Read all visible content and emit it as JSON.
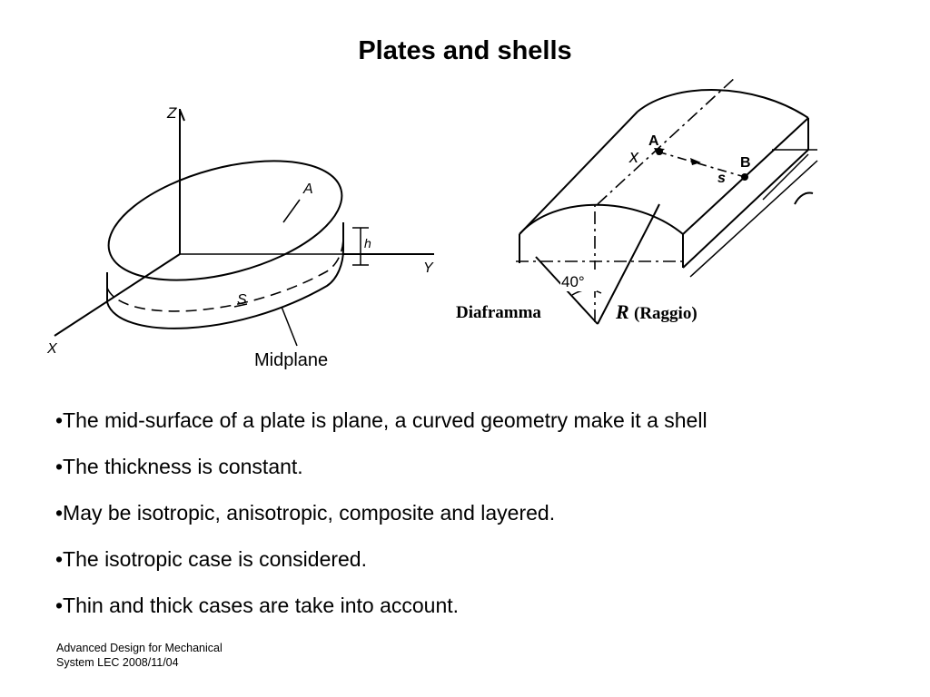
{
  "slide": {
    "title": "Plates and shells"
  },
  "plate_figure": {
    "labels": {
      "z": "Z",
      "y": "Y",
      "x": "X",
      "a": "A",
      "h": "h",
      "s": "S",
      "midplane": "Midplane"
    }
  },
  "shell_figure": {
    "labels": {
      "a": "A",
      "b": "B",
      "x": "x",
      "s": "s",
      "angle": "40°",
      "diaphragm": "Diaframma",
      "radius_symbol": "R",
      "radius_word": "(Raggio)"
    }
  },
  "bullets": [
    "•The mid-surface of a plate is plane, a curved geometry make it a shell",
    "•The thickness is constant.",
    "•May be isotropic, anisotropic, composite and layered.",
    "•The isotropic case is considered.",
    "•Thin and thick cases are take into account."
  ],
  "footer": {
    "line1": "Advanced Design for Mechanical",
    "line2": "System  LEC 2008/11/04"
  }
}
